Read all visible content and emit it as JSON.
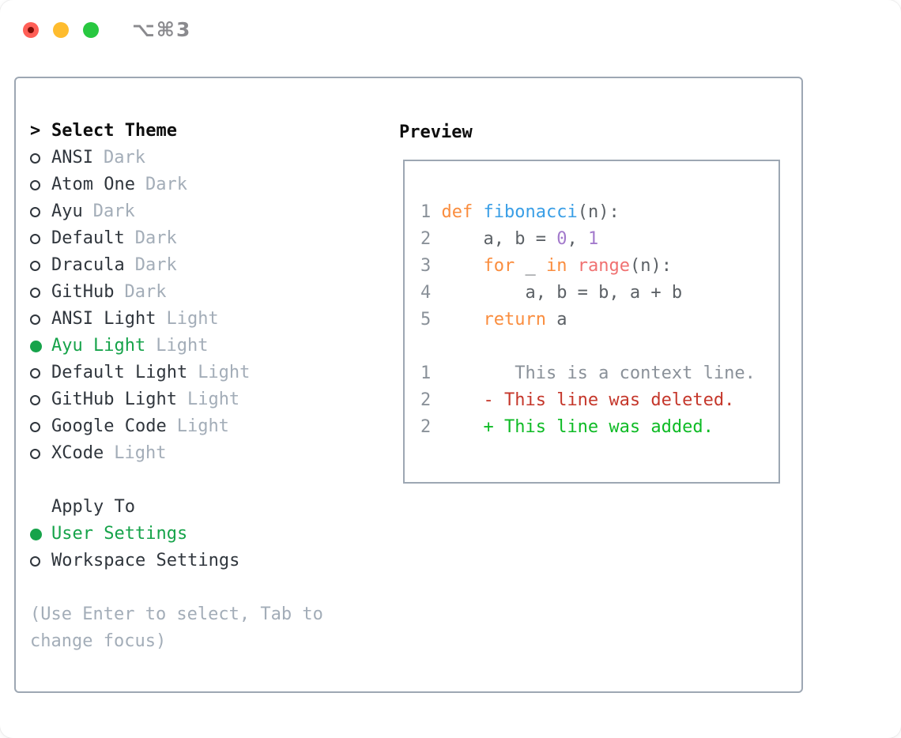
{
  "window": {
    "title_shortcut": "⌥⌘3",
    "traffic_lights": {
      "close": "#FF5F57",
      "close_edited_dot": "#7E0D06",
      "minimize": "#FEBC2E",
      "zoom": "#28C840"
    }
  },
  "theme_panel": {
    "cursor": ">",
    "header": "Select Theme",
    "selected_color": "#16A34A",
    "themes": [
      {
        "name": "ANSI",
        "tag": "Dark",
        "selected": false
      },
      {
        "name": "Atom One",
        "tag": "Dark",
        "selected": false
      },
      {
        "name": "Ayu",
        "tag": "Dark",
        "selected": false
      },
      {
        "name": "Default",
        "tag": "Dark",
        "selected": false
      },
      {
        "name": "Dracula",
        "tag": "Dark",
        "selected": false
      },
      {
        "name": "GitHub",
        "tag": "Dark",
        "selected": false
      },
      {
        "name": "ANSI Light",
        "tag": "Light",
        "selected": false
      },
      {
        "name": "Ayu Light",
        "tag": "Light",
        "selected": true
      },
      {
        "name": "Default Light",
        "tag": "Light",
        "selected": false
      },
      {
        "name": "GitHub Light",
        "tag": "Light",
        "selected": false
      },
      {
        "name": "Google Code",
        "tag": "Light",
        "selected": false
      },
      {
        "name": "XCode",
        "tag": "Light",
        "selected": false
      }
    ],
    "apply_to": {
      "header": "Apply To",
      "options": [
        {
          "label": "User Settings",
          "selected": true
        },
        {
          "label": "Workspace Settings",
          "selected": false
        }
      ]
    },
    "help_text": "(Use Enter to select, Tab to change focus)"
  },
  "preview": {
    "header": "Preview",
    "palette": {
      "ln": "#8A9199",
      "kw": "#FA8D3E",
      "fn": "#399EE6",
      "fg": "#5C6166",
      "num": "#A37ACC",
      "bi": "#F07171",
      "ctx": "#8A9199",
      "del": "#C5372B",
      "add": "#0EBB25"
    },
    "lines": [
      [
        {
          "t": "1 ",
          "c": "ln"
        },
        {
          "t": "def",
          "c": "kw"
        },
        {
          "t": " ",
          "c": "fg"
        },
        {
          "t": "fibonacci",
          "c": "fn"
        },
        {
          "t": "(n):",
          "c": "fg"
        }
      ],
      [
        {
          "t": "2 ",
          "c": "ln"
        },
        {
          "t": "    a, b = ",
          "c": "fg"
        },
        {
          "t": "0",
          "c": "num"
        },
        {
          "t": ", ",
          "c": "fg"
        },
        {
          "t": "1",
          "c": "num"
        }
      ],
      [
        {
          "t": "3 ",
          "c": "ln"
        },
        {
          "t": "    ",
          "c": "fg"
        },
        {
          "t": "for",
          "c": "kw"
        },
        {
          "t": " _ ",
          "c": "fg"
        },
        {
          "t": "in",
          "c": "kw"
        },
        {
          "t": " ",
          "c": "fg"
        },
        {
          "t": "range",
          "c": "bi"
        },
        {
          "t": "(n):",
          "c": "fg"
        }
      ],
      [
        {
          "t": "4 ",
          "c": "ln"
        },
        {
          "t": "        a, b = b, a + b",
          "c": "fg"
        }
      ],
      [
        {
          "t": "5 ",
          "c": "ln"
        },
        {
          "t": "    ",
          "c": "fg"
        },
        {
          "t": "return",
          "c": "kw"
        },
        {
          "t": " a",
          "c": "fg"
        }
      ],
      [
        {
          "t": " ",
          "c": "fg"
        }
      ],
      [
        {
          "t": "1 ",
          "c": "ln"
        },
        {
          "t": "       This is a context line.",
          "c": "ctx"
        }
      ],
      [
        {
          "t": "2 ",
          "c": "ln"
        },
        {
          "t": "    - This line was deleted.",
          "c": "del"
        }
      ],
      [
        {
          "t": "2 ",
          "c": "ln"
        },
        {
          "t": "    + This line was added.",
          "c": "add"
        }
      ]
    ]
  }
}
